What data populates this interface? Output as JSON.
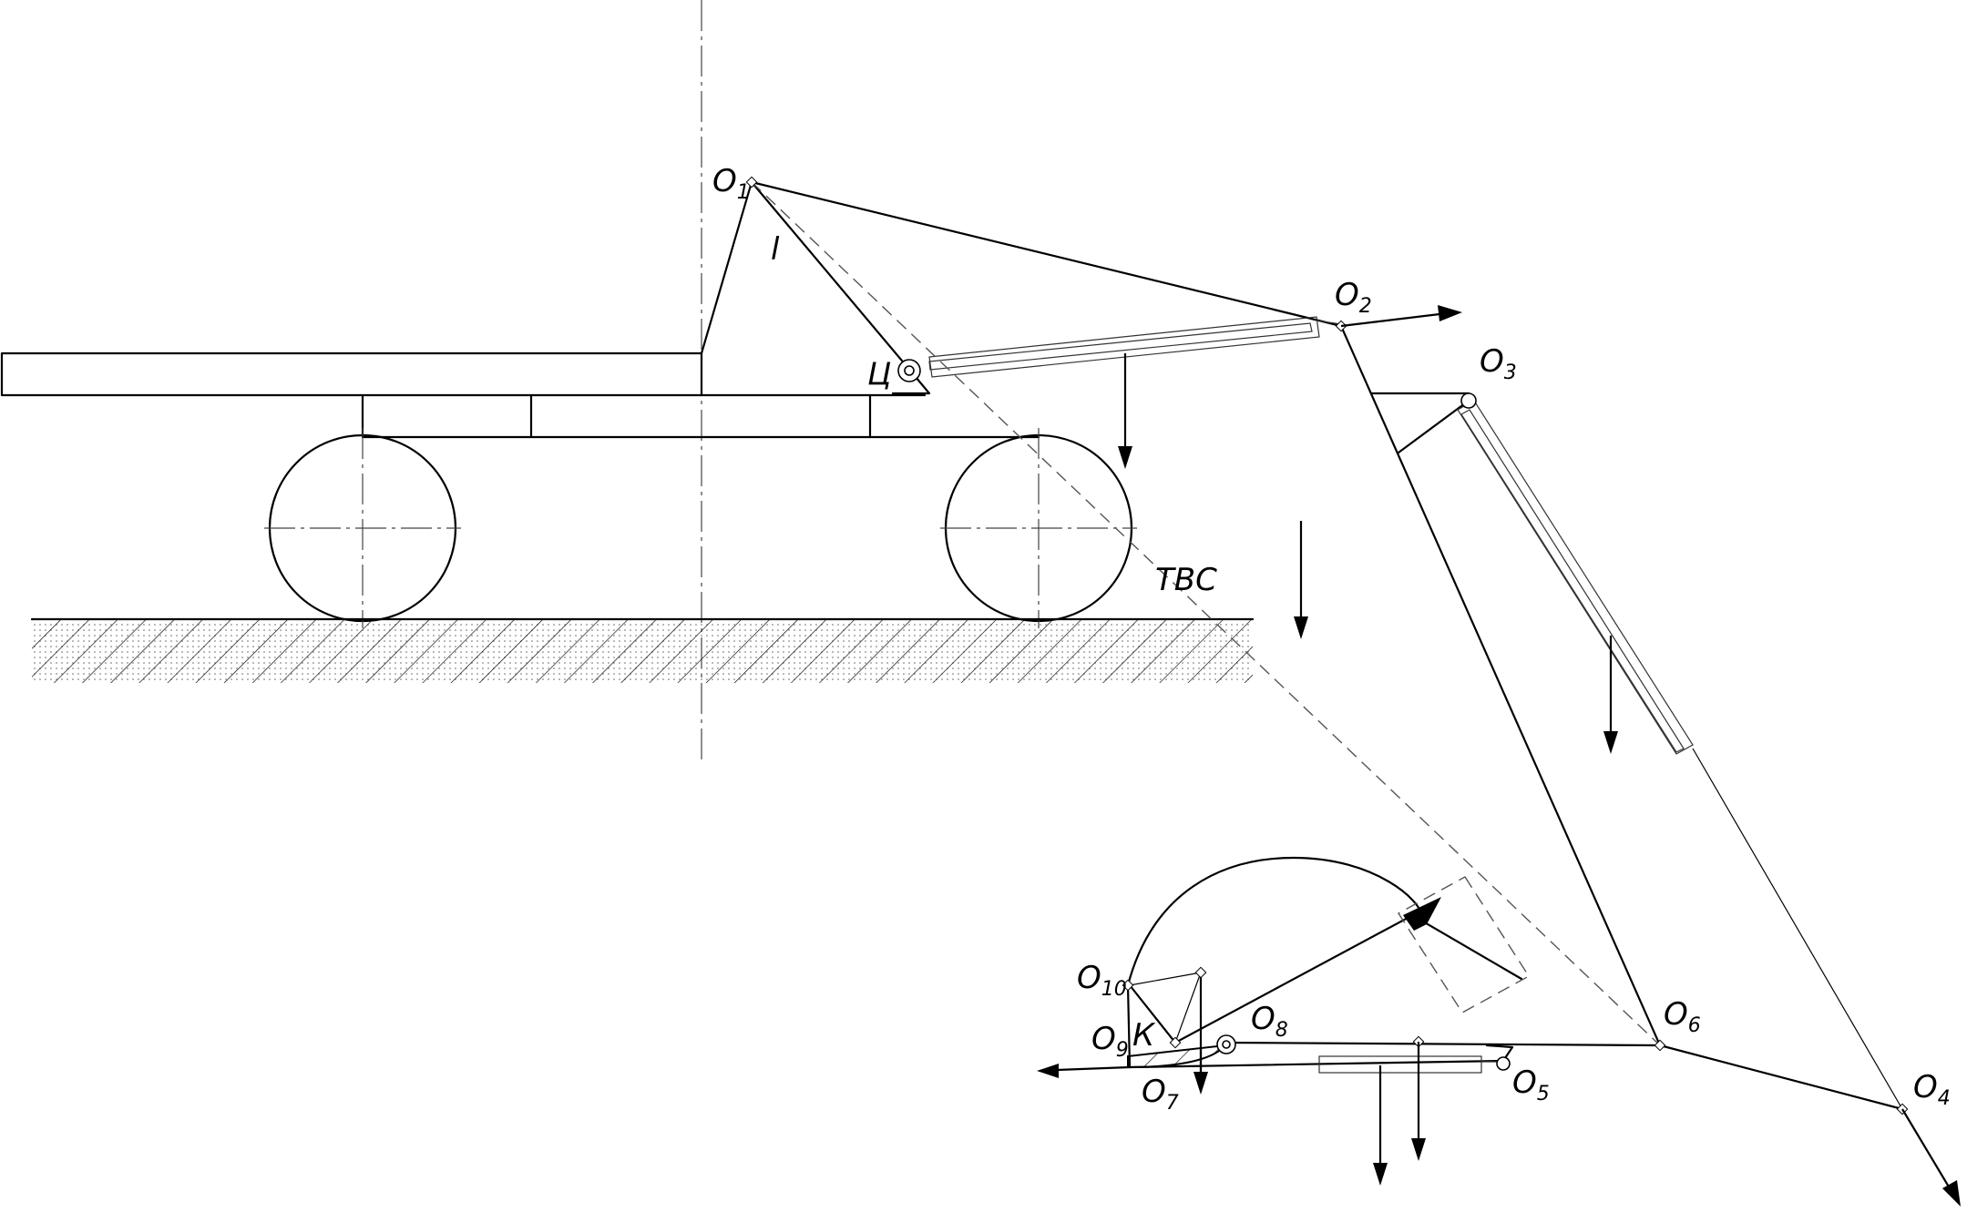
{
  "labels": {
    "O1": {
      "base": "O",
      "sub": "1"
    },
    "O2": {
      "base": "O",
      "sub": "2"
    },
    "O3": {
      "base": "O",
      "sub": "3"
    },
    "O4": {
      "base": "O",
      "sub": "4"
    },
    "O5": {
      "base": "O",
      "sub": "5"
    },
    "O6": {
      "base": "O",
      "sub": "6"
    },
    "O7": {
      "base": "O",
      "sub": "7"
    },
    "O8": {
      "base": "O",
      "sub": "8"
    },
    "O9": {
      "base": "O",
      "sub": "9"
    },
    "O10": {
      "base": "O",
      "sub": "10"
    },
    "l": "l",
    "C": "Ц",
    "TBC": "ТВС",
    "K": "К"
  }
}
